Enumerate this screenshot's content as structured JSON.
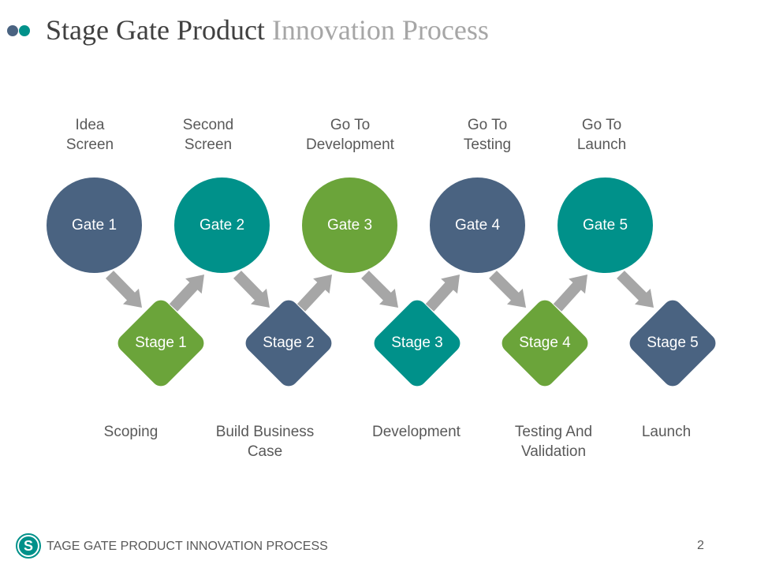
{
  "header": {
    "title_main": "Stage Gate Product",
    "title_sub": "Innovation Process"
  },
  "colors": {
    "slate": "#4a6381",
    "teal": "#00918a",
    "green": "#6ba43a",
    "arrow": "#a6a6a6"
  },
  "gates": [
    {
      "name": "Gate 1",
      "label_line1": "Idea",
      "label_line2": "Screen",
      "color": "#4a6381"
    },
    {
      "name": "Gate 2",
      "label_line1": "Second",
      "label_line2": "Screen",
      "color": "#00918a"
    },
    {
      "name": "Gate 3",
      "label_line1": "Go To",
      "label_line2": "Development",
      "color": "#6ba43a"
    },
    {
      "name": "Gate 4",
      "label_line1": "Go To",
      "label_line2": "Testing",
      "color": "#4a6381"
    },
    {
      "name": "Gate 5",
      "label_line1": "Go To",
      "label_line2": "Launch",
      "color": "#00918a"
    }
  ],
  "stages": [
    {
      "name": "Stage 1",
      "label_line1": "Scoping",
      "label_line2": "",
      "color": "#6ba43a"
    },
    {
      "name": "Stage 2",
      "label_line1": "Build Business",
      "label_line2": "Case",
      "color": "#4a6381"
    },
    {
      "name": "Stage 3",
      "label_line1": "Development",
      "label_line2": "",
      "color": "#00918a"
    },
    {
      "name": "Stage 4",
      "label_line1": "Testing And",
      "label_line2": "Validation",
      "color": "#6ba43a"
    },
    {
      "name": "Stage 5",
      "label_line1": "Launch",
      "label_line2": "",
      "color": "#4a6381"
    }
  ],
  "footer": {
    "logo_letter": "S",
    "text": "TAGE GATE PRODUCT INNOVATION PROCESS",
    "page_number": "2"
  }
}
